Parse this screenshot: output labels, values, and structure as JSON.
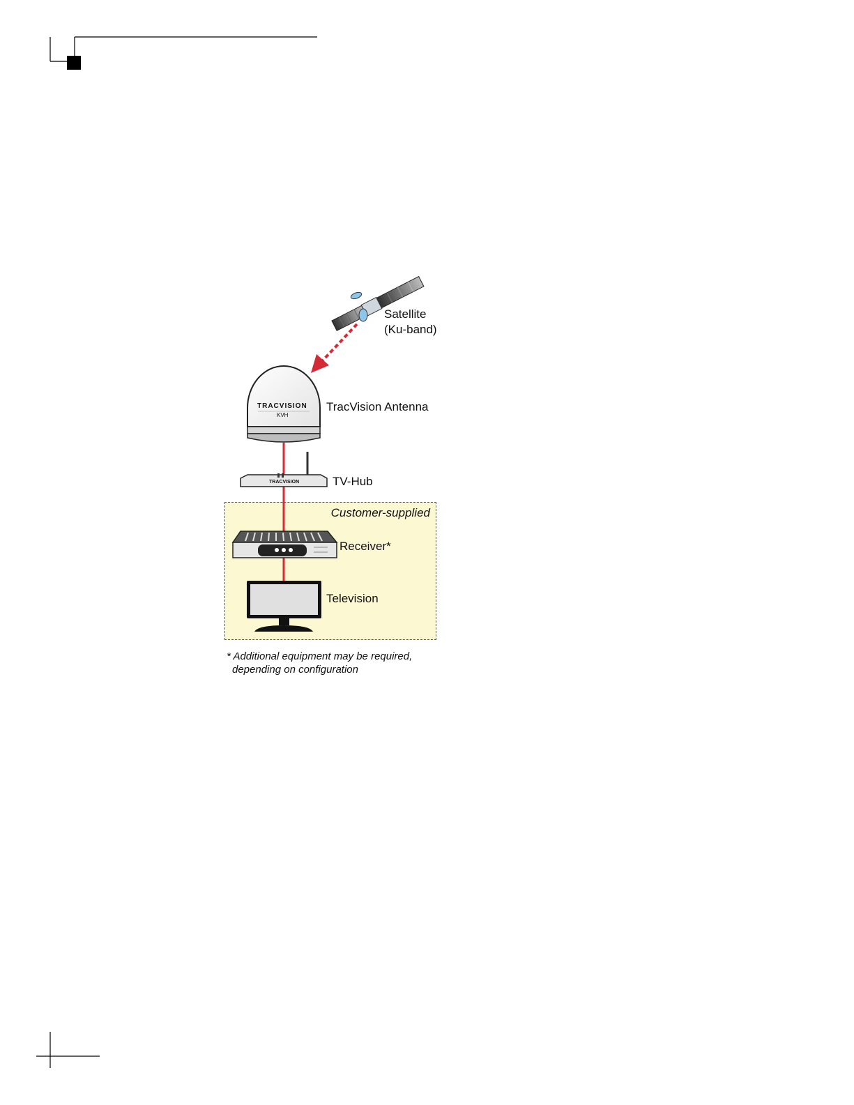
{
  "diagram": {
    "satellite": {
      "line1": "Satellite",
      "line2": "(Ku-band)"
    },
    "antenna": {
      "label": "TracVision Antenna",
      "dome_text": "TRACVISION",
      "dome_subtext": "KVH"
    },
    "hub": {
      "label": "TV-Hub",
      "brand": "TRACVISION"
    },
    "zone": {
      "label": "Customer-supplied"
    },
    "receiver": {
      "label": "Receiver*"
    },
    "television": {
      "label": "Television"
    },
    "footnote": {
      "line1": "* Additional equipment may be required,",
      "line2": "depending on configuration"
    },
    "colors": {
      "cable": "#d42a35",
      "signal_arrow": "#d42a35",
      "zone_fill": "#fcf8d2"
    }
  }
}
